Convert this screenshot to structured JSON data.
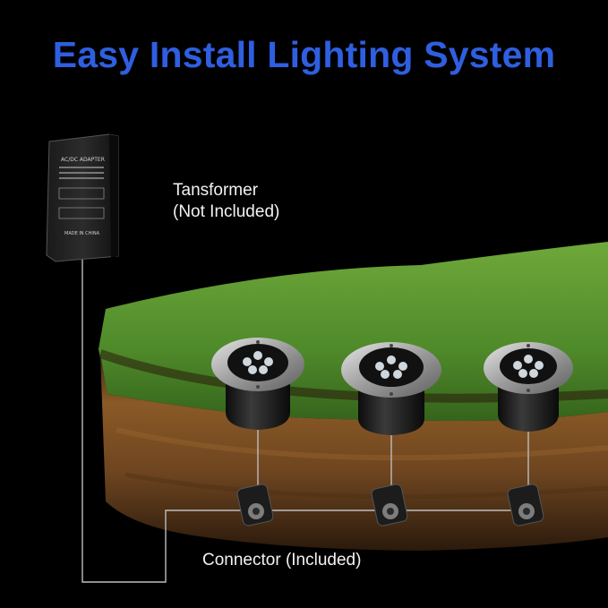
{
  "headline": "Easy Install Lighting System",
  "transformer": {
    "line1": "Tansformer",
    "line2": "(Not Included)"
  },
  "connector_label": "Connector (Included)",
  "adapter": {
    "top_text": "AC/DC ADAPTER",
    "bottom_text": "MADE IN CHINA"
  },
  "colors": {
    "background": "#000000",
    "headline": "#2f5fe0",
    "grass": "#4f8a2a",
    "soil": "#7a4a22",
    "light_housing": "#1a1a1a",
    "light_ring": "#b8b8b8"
  },
  "icons": [
    "power-adapter-icon",
    "inground-light-icon",
    "wire-connector-icon",
    "lawn-cross-section-icon"
  ]
}
